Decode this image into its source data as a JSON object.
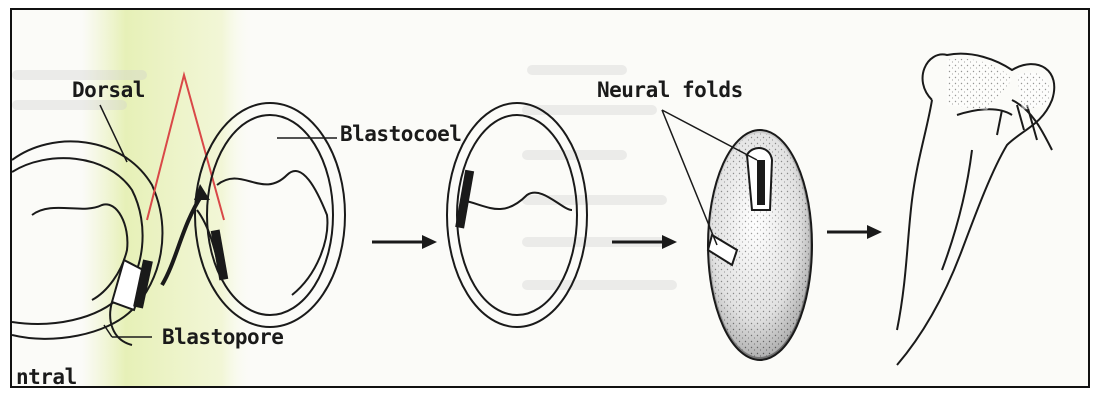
{
  "labels": {
    "dorsal": "Dorsal",
    "ventral": "ntral",
    "blastocoel": "Blastocoel",
    "blastopore": "Blastopore",
    "neural_folds": "Neural folds"
  },
  "colors": {
    "outline": "#1a1a1a",
    "red_marker": "#d94848",
    "yellow_highlight": "#e8f0b8",
    "faint_background_text": "#d8d8d8"
  }
}
